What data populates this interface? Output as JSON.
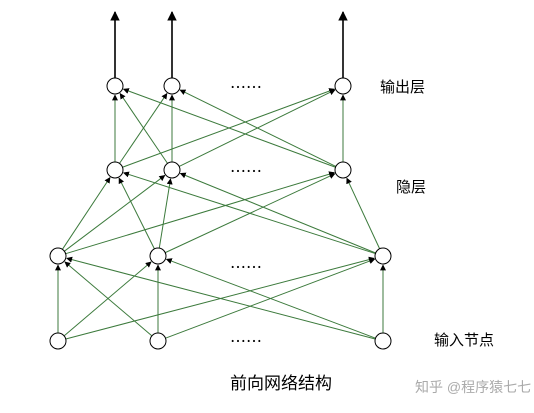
{
  "labels": {
    "output_layer": "输出层",
    "hidden_layer": "隐层",
    "input_nodes": "输入节点",
    "caption": "前向网络结构",
    "watermark": "知乎 @程序猿七七",
    "ellipsis": "……"
  },
  "colors": {
    "edge": "#3c7a3c",
    "arrow": "#000000",
    "node_stroke": "#000000",
    "node_fill": "#ffffff",
    "text": "#000000",
    "watermark": "#aaaaaa"
  }
}
